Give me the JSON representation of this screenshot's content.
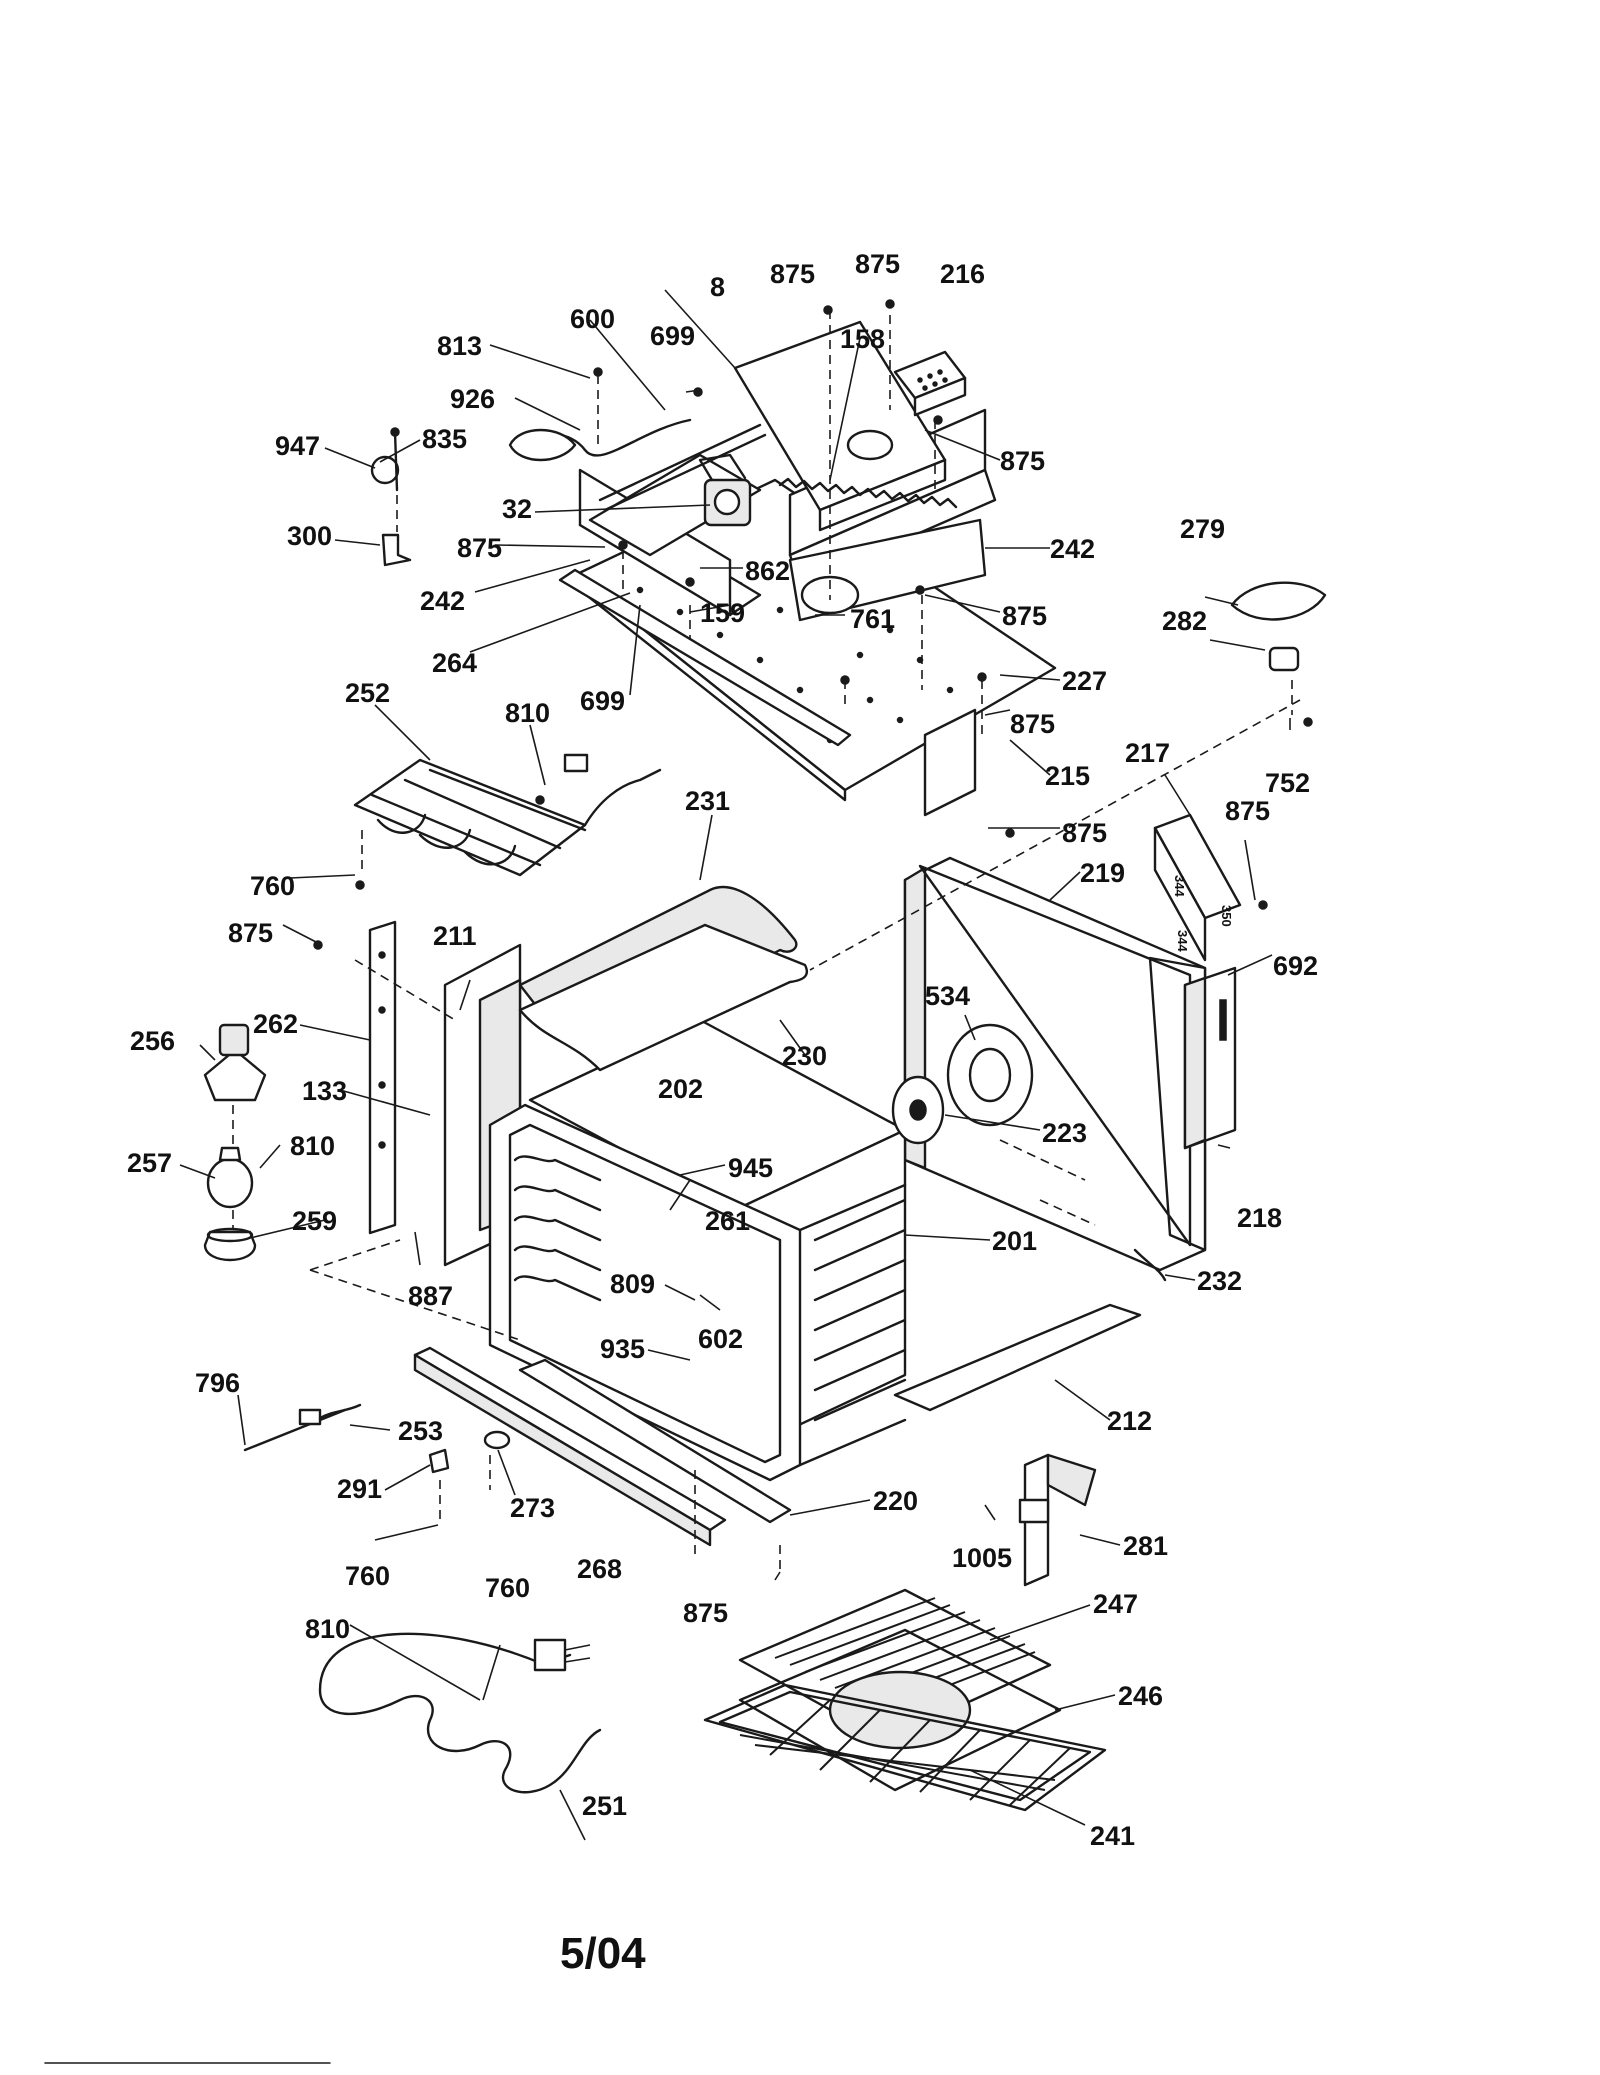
{
  "callouts": [
    {
      "text": "875"
    },
    {
      "text": "875"
    },
    {
      "text": "216"
    },
    {
      "text": "8"
    },
    {
      "text": "600"
    },
    {
      "text": "699"
    },
    {
      "text": "158"
    },
    {
      "text": "813"
    },
    {
      "text": "926"
    },
    {
      "text": "835"
    },
    {
      "text": "947"
    },
    {
      "text": "875"
    },
    {
      "text": "32"
    },
    {
      "text": "300"
    },
    {
      "text": "875"
    },
    {
      "text": "242"
    },
    {
      "text": "862"
    },
    {
      "text": "242"
    },
    {
      "text": "159"
    },
    {
      "text": "761"
    },
    {
      "text": "875"
    },
    {
      "text": "279"
    },
    {
      "text": "282"
    },
    {
      "text": "264"
    },
    {
      "text": "699"
    },
    {
      "text": "227"
    },
    {
      "text": "875"
    },
    {
      "text": "252"
    },
    {
      "text": "810"
    },
    {
      "text": "215"
    },
    {
      "text": "752"
    },
    {
      "text": "217"
    },
    {
      "text": "231"
    },
    {
      "text": "875"
    },
    {
      "text": "875"
    },
    {
      "text": "760"
    },
    {
      "text": "219"
    },
    {
      "text": "875"
    },
    {
      "text": "211"
    },
    {
      "text": "692"
    },
    {
      "text": "262"
    },
    {
      "text": "534"
    },
    {
      "text": "256"
    },
    {
      "text": "230"
    },
    {
      "text": "133"
    },
    {
      "text": "202"
    },
    {
      "text": "223"
    },
    {
      "text": "810"
    },
    {
      "text": "945"
    },
    {
      "text": "257"
    },
    {
      "text": "218"
    },
    {
      "text": "259"
    },
    {
      "text": "261"
    },
    {
      "text": "201"
    },
    {
      "text": "232"
    },
    {
      "text": "809"
    },
    {
      "text": "887"
    },
    {
      "text": "602"
    },
    {
      "text": "935"
    },
    {
      "text": "212"
    },
    {
      "text": "796"
    },
    {
      "text": "253"
    },
    {
      "text": "291"
    },
    {
      "text": "273"
    },
    {
      "text": "220"
    },
    {
      "text": "281"
    },
    {
      "text": "1005"
    },
    {
      "text": "760"
    },
    {
      "text": "760"
    },
    {
      "text": "268"
    },
    {
      "text": "247"
    },
    {
      "text": "875"
    },
    {
      "text": "810"
    },
    {
      "text": "246"
    },
    {
      "text": "251"
    },
    {
      "text": "241"
    }
  ],
  "panel_markings": [
    "344",
    "350",
    "344"
  ],
  "footer": {
    "date": "5/04"
  }
}
